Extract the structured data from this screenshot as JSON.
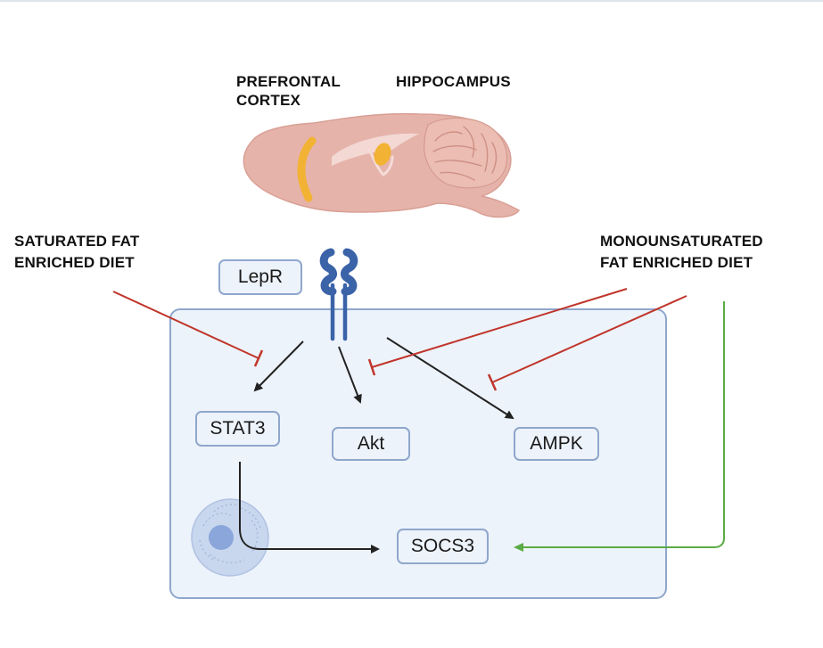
{
  "regions": {
    "prefrontal_line1": "PREFRONTAL",
    "prefrontal_line2": "CORTEX",
    "hippocampus": "HIPPOCAMPUS"
  },
  "diets": {
    "saturated_line1": "SATURATED FAT",
    "saturated_line2": "ENRICHED DIET",
    "monounsaturated_line1": "MONOUNSATURATED",
    "monounsaturated_line2": "FAT ENRICHED DIET"
  },
  "nodes": {
    "receptor": "LepR",
    "stat3": "STAT3",
    "akt": "Akt",
    "ampk": "AMPK",
    "socs3": "SOCS3"
  },
  "colors": {
    "activation": "#222222",
    "inhibition": "#c0352b",
    "positive_effect": "#5aab45",
    "cell_fill": "#edf3fb",
    "cell_border": "#8fa7cc",
    "receptor": "#3a63a8",
    "brain": "#e6b3aa",
    "brain_region_highlight": "#f2b233"
  }
}
